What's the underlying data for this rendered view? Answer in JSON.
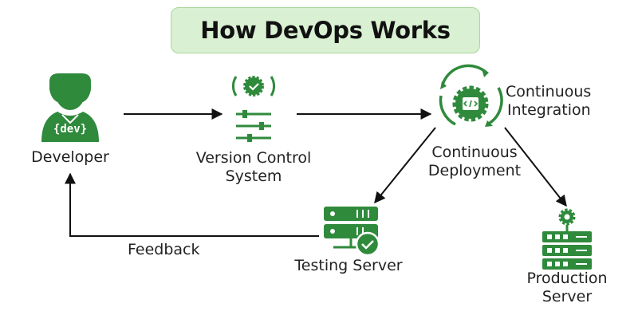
{
  "title": "How DevOps Works",
  "nodes": {
    "developer": {
      "label": "Developer",
      "badge": "{dev}"
    },
    "vcs": {
      "label_lines": [
        "Version Control",
        "System"
      ]
    },
    "ci": {
      "label_lines": [
        "Continuous",
        "Integration"
      ]
    },
    "cd": {
      "label_lines": [
        "Continuous",
        "Deployment"
      ]
    },
    "testing": {
      "label": "Testing Server"
    },
    "production": {
      "label_lines": [
        "Production",
        "Server"
      ]
    }
  },
  "edges": {
    "feedback": {
      "label": "Feedback"
    }
  },
  "colors": {
    "brand_green": "#2f8a3c",
    "light_green": "#d9f0d3",
    "arrow": "#111111"
  },
  "icons": [
    "developer-icon",
    "version-control-icon",
    "ci-gear-icon",
    "testing-server-icon",
    "production-server-icon"
  ]
}
